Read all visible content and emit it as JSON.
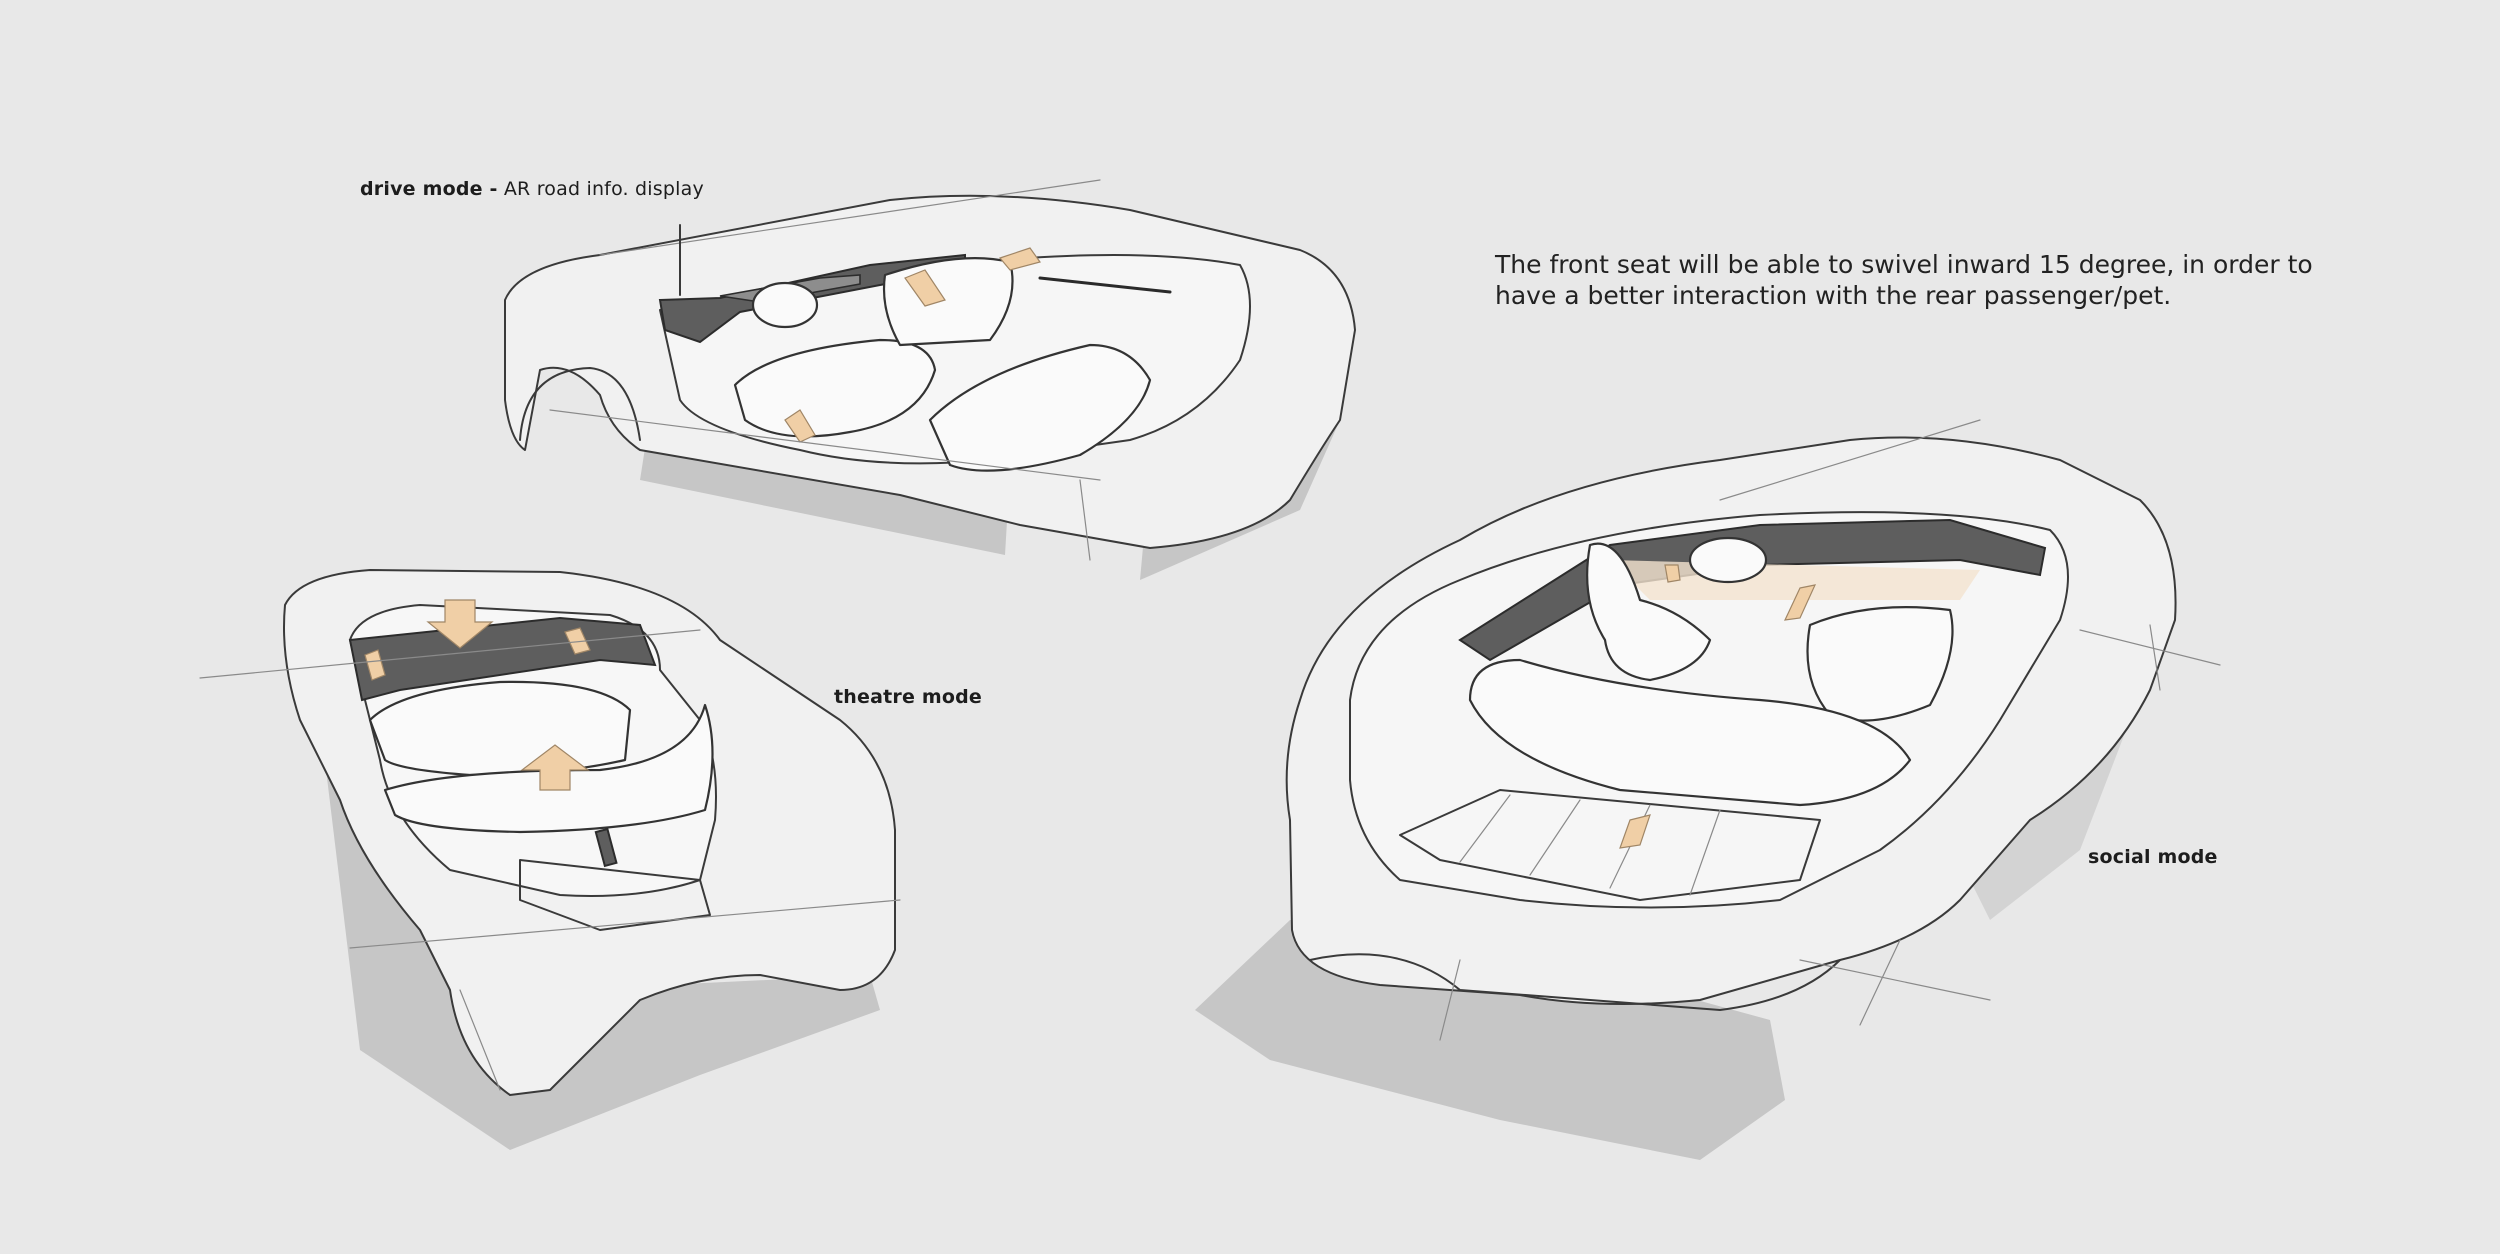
{
  "labels": {
    "drive_mode_bold": "drive mode -",
    "drive_mode_desc": "AR road info. display",
    "theatre_mode": "theatre mode",
    "social_mode": "social mode"
  },
  "note": {
    "line1": "The front seat will be able to swivel inward 15 degree, in order to",
    "line2": "have a better interaction with the rear passenger/pet."
  },
  "colors": {
    "background": "#e8e8e8",
    "accent": "#f0cfa6",
    "shadow": "#c6c6c6",
    "ink": "#3a3a3a"
  }
}
